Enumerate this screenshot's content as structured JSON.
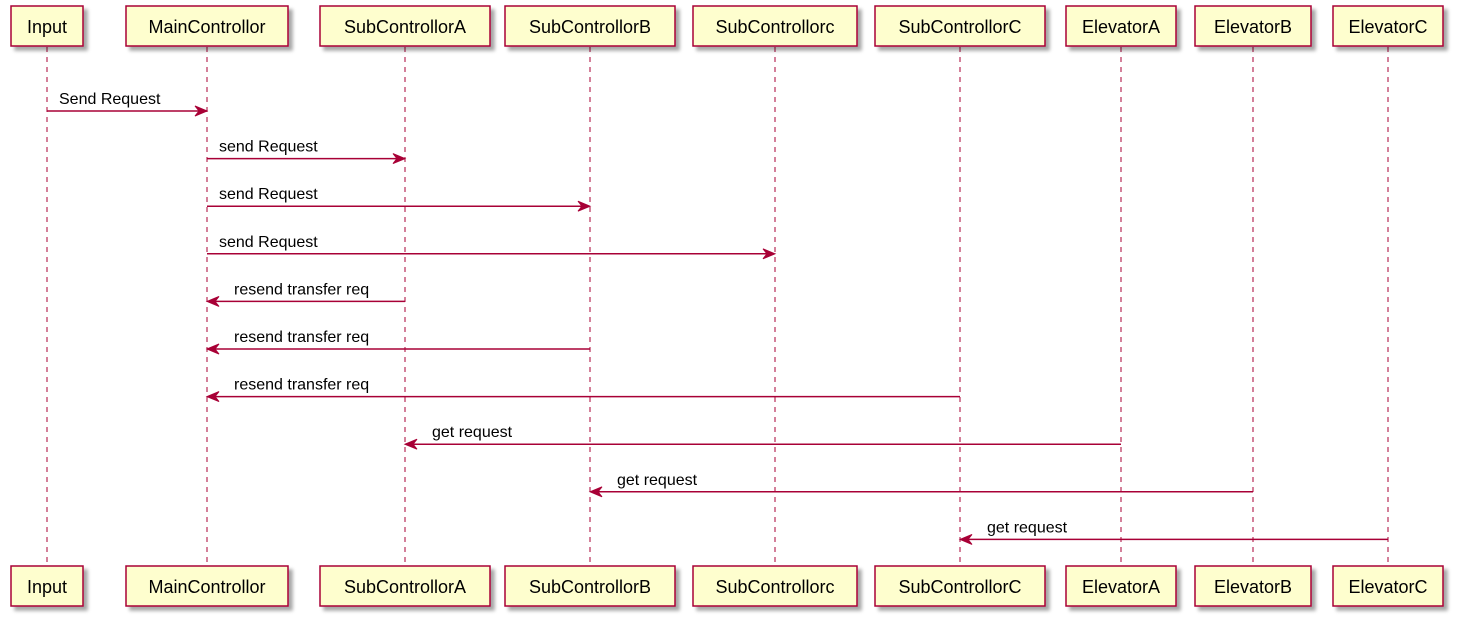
{
  "colors": {
    "participant_fill": "#FEFECE",
    "border": "#A80036",
    "text": "#000000",
    "background": "#FFFFFF"
  },
  "participants": [
    {
      "id": "input",
      "label": "Input"
    },
    {
      "id": "main",
      "label": "MainControllor"
    },
    {
      "id": "subA",
      "label": "SubControllorA"
    },
    {
      "id": "subB",
      "label": "SubControllorB"
    },
    {
      "id": "subc",
      "label": "SubControllorc"
    },
    {
      "id": "subC",
      "label": "SubControllorC"
    },
    {
      "id": "elevA",
      "label": "ElevatorA"
    },
    {
      "id": "elevB",
      "label": "ElevatorB"
    },
    {
      "id": "elevC",
      "label": "ElevatorC"
    }
  ],
  "messages": [
    {
      "from": "input",
      "to": "main",
      "label": "Send Request"
    },
    {
      "from": "main",
      "to": "subA",
      "label": "send Request"
    },
    {
      "from": "main",
      "to": "subB",
      "label": "send Request"
    },
    {
      "from": "main",
      "to": "subc",
      "label": "send Request"
    },
    {
      "from": "subA",
      "to": "main",
      "label": "resend transfer req"
    },
    {
      "from": "subB",
      "to": "main",
      "label": "resend transfer req"
    },
    {
      "from": "subC",
      "to": "main",
      "label": "resend transfer req"
    },
    {
      "from": "elevA",
      "to": "subA",
      "label": "get request"
    },
    {
      "from": "elevB",
      "to": "subB",
      "label": "get request"
    },
    {
      "from": "elevC",
      "to": "subC",
      "label": "get request"
    }
  ]
}
